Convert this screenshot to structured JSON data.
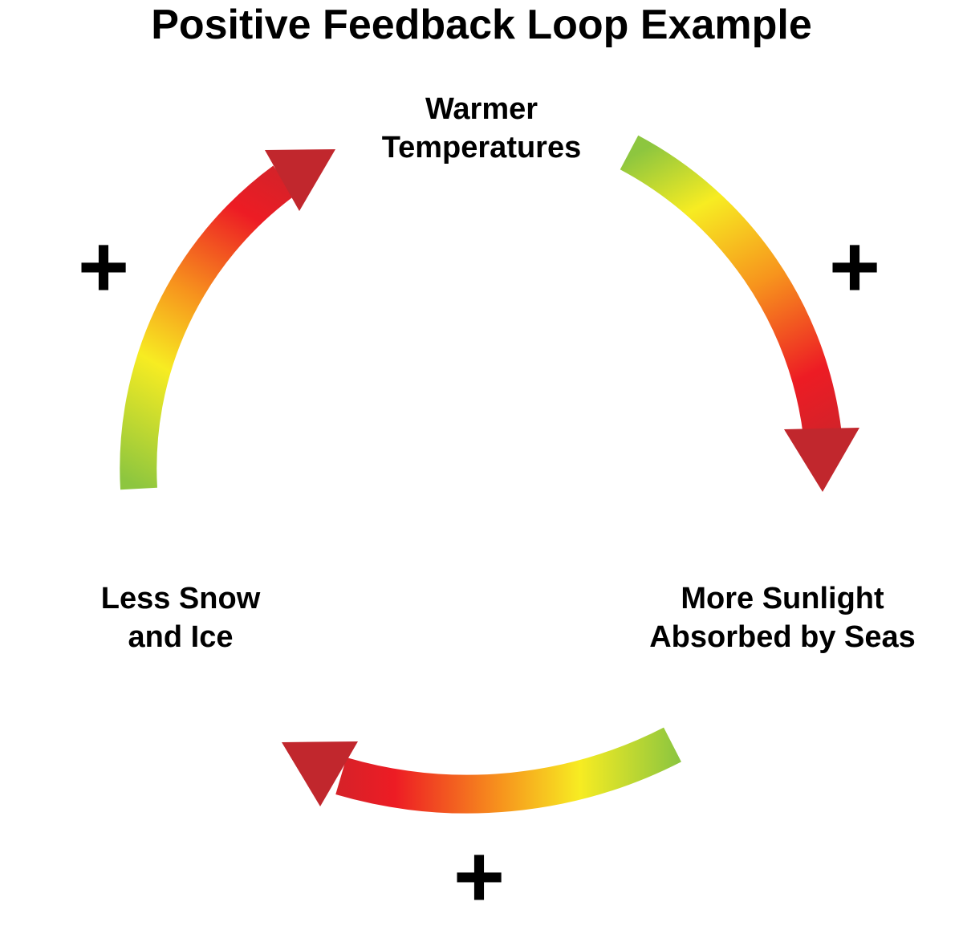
{
  "title": "Positive Feedback Loop Example",
  "nodes": {
    "top": {
      "line1": "Warmer",
      "line2": "Temperatures"
    },
    "bottom_right": {
      "line1": "More Sunlight",
      "line2": "Absorbed by Seas"
    },
    "bottom_left": {
      "line1": "Less Snow",
      "line2": "and Ice"
    }
  },
  "links": [
    {
      "from": "Warmer Temperatures",
      "to": "More Sunlight Absorbed by Seas",
      "sign": "+"
    },
    {
      "from": "More Sunlight Absorbed by Seas",
      "to": "Less Snow and Ice",
      "sign": "+"
    },
    {
      "from": "Less Snow and Ice",
      "to": "Warmer Temperatures",
      "sign": "+"
    }
  ],
  "colors": {
    "gradient_start": "#8dc63f",
    "gradient_yellow": "#f7ec22",
    "gradient_orange": "#f7941d",
    "gradient_red": "#ed1c24",
    "gradient_end": "#c1272d"
  }
}
